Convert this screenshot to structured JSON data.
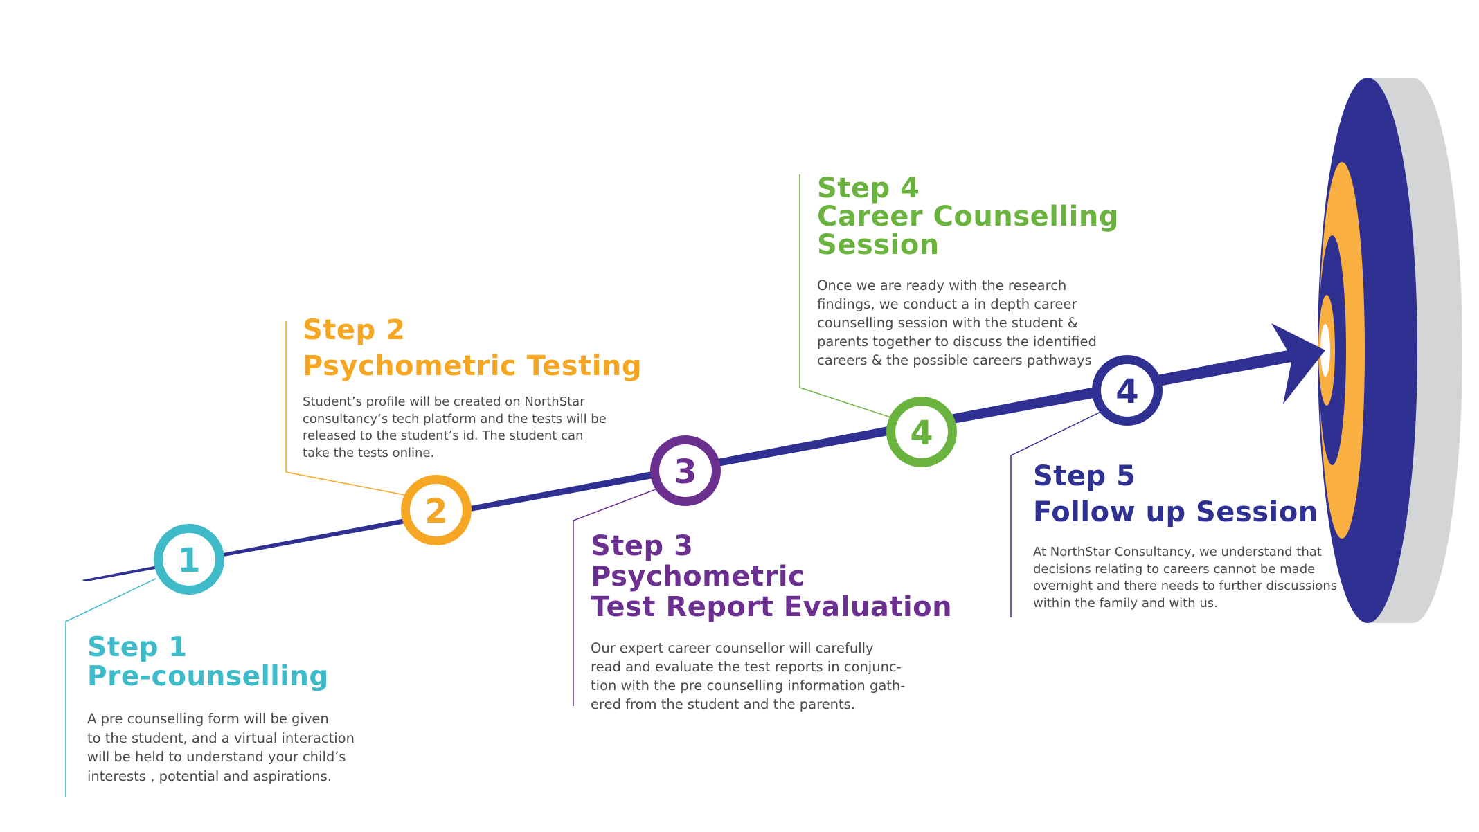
{
  "steps": [
    {
      "number": "1",
      "heading": "Step 1",
      "title_lines": [
        "Pre-counselling"
      ],
      "description_lines": [
        "A pre counselling form will be given",
        "to the student, and a virtual interaction",
        "will be held to understand your child’s",
        "interests , potential and aspirations."
      ],
      "color": "#3ebac9"
    },
    {
      "number": "2",
      "heading": "Step 2",
      "title_lines": [
        "Psychometric Testing"
      ],
      "description_lines": [
        "Student’s profile will be created on NorthStar",
        "consultancy’s tech platform and the tests will be",
        "released to the student’s id. The student can",
        "take the tests online."
      ],
      "color": "#f5a623"
    },
    {
      "number": "3",
      "heading": "Step 3",
      "title_lines": [
        "Psychometric",
        "Test Report Evaluation"
      ],
      "description_lines": [
        "Our expert career counsellor will carefully",
        "read and evaluate the test reports in conjunc-",
        "tion with the pre counselling information gath-",
        "ered from the student and the parents."
      ],
      "color": "#6b2f8f"
    },
    {
      "number": "4",
      "heading": "Step 4",
      "title_lines": [
        "Career Counselling",
        "Session"
      ],
      "description_lines": [
        "Once we are ready with the research",
        "findings, we conduct a in depth career",
        "counselling session with the student &",
        "parents together to discuss the identified",
        "careers & the possible careers pathways"
      ],
      "color": "#6bb33f"
    },
    {
      "number": "4",
      "heading": "Step 5",
      "title_lines": [
        "Follow up Session"
      ],
      "description_lines": [
        "At NorthStar Consultancy, we understand that",
        "decisions relating to careers cannot be made",
        "overnight and there needs to further discussions",
        "within the family and with us."
      ],
      "color": "#2e3192"
    }
  ],
  "colors": {
    "arrow": "#2e3192",
    "target_outer": "#2e3192",
    "target_ring": "#f9b040",
    "target_side": "#d4d5d7",
    "target_center": "#ffffff"
  }
}
